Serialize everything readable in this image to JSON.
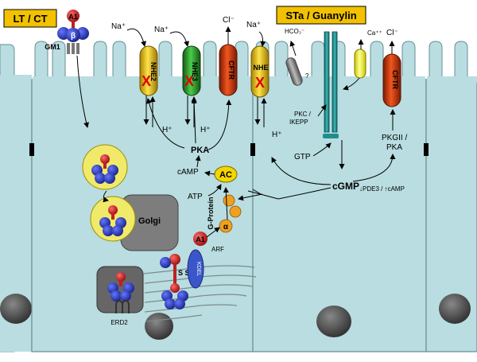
{
  "panels": {
    "left_title": "LT / CT",
    "right_title": "STa / Guanylin"
  },
  "left_cell": {
    "toxin": {
      "a1": "A1",
      "b": "β",
      "receptor": "GM1"
    },
    "na_1": "Na⁺",
    "na_2": "Na⁺",
    "cl": "Cl⁻",
    "channel_nhe2": "NHE2",
    "channel_nhe3": "NHE3",
    "channel_cftr": "CFTR",
    "h_1": "H⁺",
    "h_2": "H⁺",
    "pka": "PKA",
    "camp": "cAMP",
    "ac": "AC",
    "atp": "ATP",
    "g_protein": "G-Protein",
    "alpha": "α",
    "arf": "ARF",
    "a1_free": "A1",
    "golgi": "Golgi",
    "erd2": "ERD2",
    "ss": "S S",
    "kdel": "KDEL"
  },
  "right_cell": {
    "na": "Na⁺",
    "hco3": "HCO₃⁻",
    "question": "?",
    "ca": "Ca⁺⁺",
    "cl": "Cl⁻",
    "channel_nhe": "NHE",
    "channel_cftr": "CFTR",
    "h": "H⁺",
    "pkc": "PKC /",
    "ikepp": "IKEPP",
    "gtp": "GTP",
    "cgmp": "cGMP",
    "pkgii": "PKGII /",
    "pka": "PKA",
    "pde3": "↓PDE3 / ↑cAMP"
  },
  "colors": {
    "cell": "#b9dde0",
    "cell_stroke": "#6a8f93",
    "nhe_yellow": "#f4c400",
    "nhe3_green": "#2c9a2c",
    "cftr_red": "#d23a10",
    "toxin_blue": "#2233bb",
    "toxin_red": "#d02020",
    "vesicle_yellow": "#f1e96a",
    "golgi_grey": "#7d7d7d",
    "ac_yellow": "#f3d600",
    "gprotein_orange": "#f0a020",
    "title_bg": "#f2c200"
  },
  "icons": [
    "red-x-icon",
    "question-icon"
  ]
}
